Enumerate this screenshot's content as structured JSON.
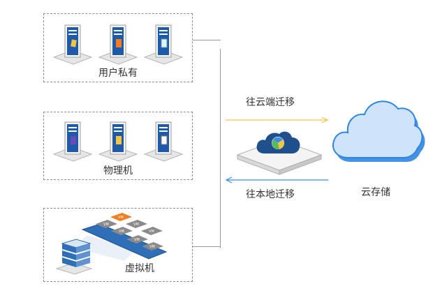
{
  "groups": {
    "private": {
      "label": "用户私有"
    },
    "physical": {
      "label": "物理机"
    },
    "virtual": {
      "label": "虚拟机",
      "vm_tile_text": "VM"
    }
  },
  "arrows": {
    "to_cloud": {
      "label": "往云端迁移",
      "color": "#f5c542"
    },
    "to_local": {
      "label": "往本地迁移",
      "color": "#3a8ee6"
    }
  },
  "cloud_storage": {
    "label": "云存储",
    "fill": "#cfe3fb",
    "stroke": "#2f86e0"
  },
  "colors": {
    "server_body": "#f2f2f2",
    "server_panel": "#1e5aa8",
    "vm_orange": "#f07d22",
    "vm_gray": "#8a8a8a",
    "platform_blue": "#1f4f8c"
  }
}
